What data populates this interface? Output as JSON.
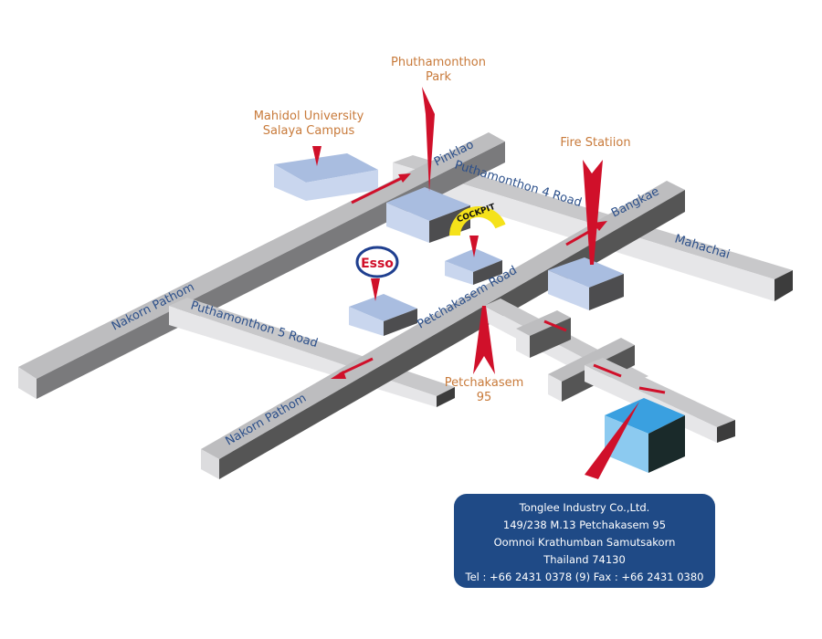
{
  "landmarks": {
    "park": [
      "Phuthamonthon",
      "Park"
    ],
    "university": [
      "Mahidol University",
      "Salaya Campus"
    ],
    "fire": "Fire Statiion",
    "petchakasem95": [
      "Petchakasem",
      "95"
    ],
    "esso": "Esso",
    "cockpit": "COCKPIT"
  },
  "roads": {
    "pinklao": "Pinklao",
    "nakorn_pathom_upper": "Nakorn Pathom",
    "puthamonthon4": "Puthamonthon 4 Road",
    "bangkae": "Bangkae",
    "mahachai": "Mahachai",
    "petchakasem": "Petchakasem Road",
    "puthamonthon5": "Puthamonthon 5 Road",
    "nakorn_pathom_lower": "Nakorn Pathom"
  },
  "info": {
    "company": "Tonglee Industry Co.,Ltd.",
    "address1": "149/238 M.13 Petchakasem 95",
    "address2": "Oomnoi Krathumban Samutsakorn",
    "address3": "Thailand 74130",
    "contact": "Tel : +66 2431 0378 (9) Fax : +66 2431 0380"
  },
  "colors": {
    "pin": "#d0102a",
    "box": "#1f4a86",
    "label": "#c87a3a",
    "road_text": "#2b4f8a"
  }
}
